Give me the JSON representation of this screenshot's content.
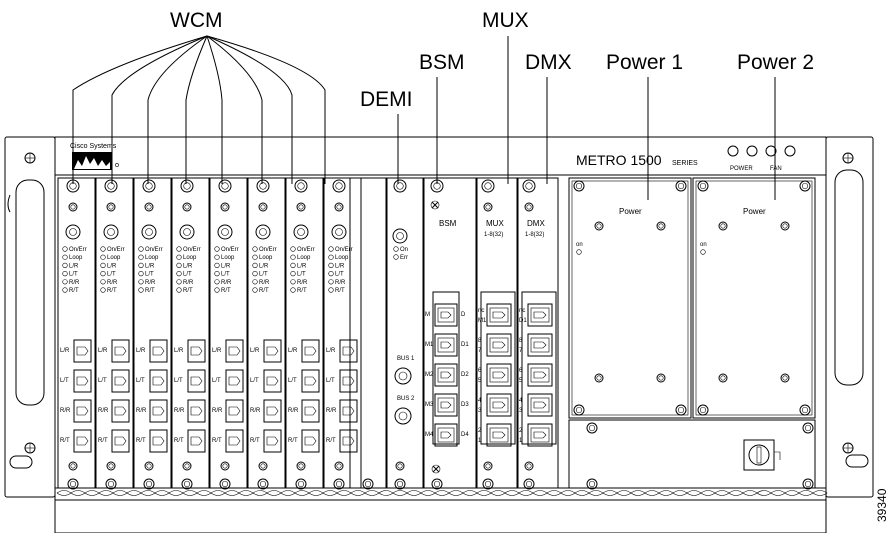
{
  "callouts": {
    "wcm": "WCM",
    "demi": "DEMI",
    "bsm": "BSM",
    "mux": "MUX",
    "dmx": "DMX",
    "power1": "Power 1",
    "power2": "Power 2"
  },
  "chassis": {
    "brand": "Cisco Systems",
    "model": "METRO 1500",
    "series": "SERIES",
    "led_power": "POWER",
    "led_fan": "FAN"
  },
  "wcm_card": {
    "leds": [
      "On/Err",
      "Loop",
      "L/R",
      "L/T",
      "R/R",
      "R/T"
    ],
    "ports": [
      "L/R",
      "L/T",
      "R/R",
      "R/T"
    ],
    "count": 8
  },
  "demi_card": {
    "leds": [
      "On",
      "Err"
    ],
    "bus1": "BUS 1",
    "bus2": "BUS 2"
  },
  "bsm_card": {
    "title": "BSM",
    "ports_left": [
      "M",
      "M1",
      "M2",
      "M3",
      "M4"
    ],
    "ports_right": [
      "D",
      "D1",
      "D2",
      "D3",
      "D4"
    ]
  },
  "mux_card": {
    "title": "MUX",
    "subtitle": "1-8(32)",
    "ports": [
      "nc M1",
      "8 7",
      "6 5",
      "4 3",
      "2 1"
    ]
  },
  "dmx_card": {
    "title": "DMX",
    "subtitle": "1-8(32)",
    "ports": [
      "nc D1",
      "8 7",
      "6 5",
      "4 3",
      "2 1"
    ]
  },
  "power_cards": [
    {
      "title": "Power",
      "led": "on",
      "title_color": "#000000"
    },
    {
      "title": "Power",
      "led": "on",
      "title_color": "#1a5fb4"
    }
  ],
  "figure_id": "39340"
}
